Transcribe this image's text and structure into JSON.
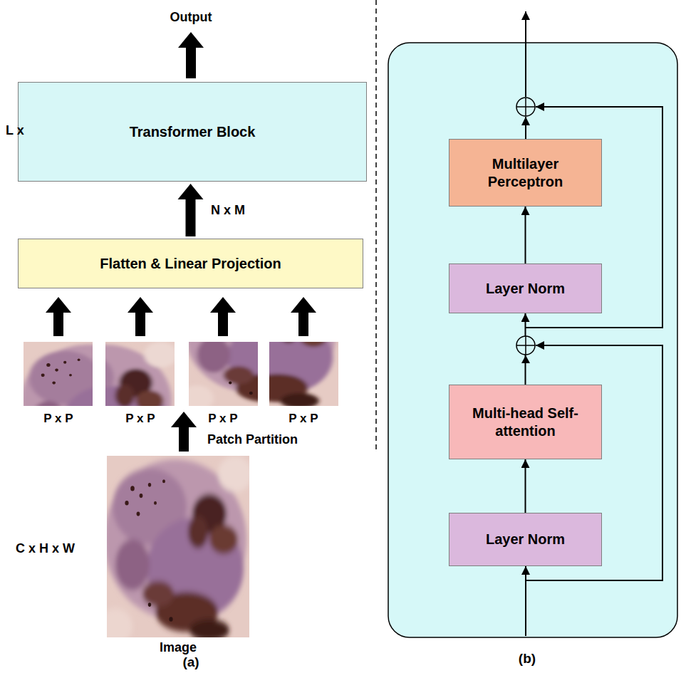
{
  "diagram": {
    "nodes": [
      {
        "text": [
          "Transformer Block"
        ]
      },
      {
        "text": [
          "Flatten & Linear Projection"
        ]
      },
      {
        "text": [
          "Multilayer Perceptron"
        ]
      },
      {
        "text": [
          "Layer Norm"
        ]
      },
      {
        "text": [
          "Multi-head Self-attention"
        ]
      },
      {
        "text": [
          "Layer Norm"
        ]
      }
    ],
    "edges": [
      {
        "from": 1,
        "to": 0,
        "arrow": "to",
        "label": "N x M"
      },
      {
        "from": 5,
        "to": 4,
        "arrow": "to"
      },
      {
        "from": 4,
        "to": 3,
        "arrow": "to"
      },
      {
        "from": 3,
        "to": 2,
        "arrow": "to"
      }
    ],
    "labels": [
      "Output",
      "L x",
      "P x P",
      "P x P",
      "P x P",
      "P x P",
      "Patch Partition",
      "C x H x W",
      "Image",
      "(a)",
      "(b)"
    ]
  }
}
